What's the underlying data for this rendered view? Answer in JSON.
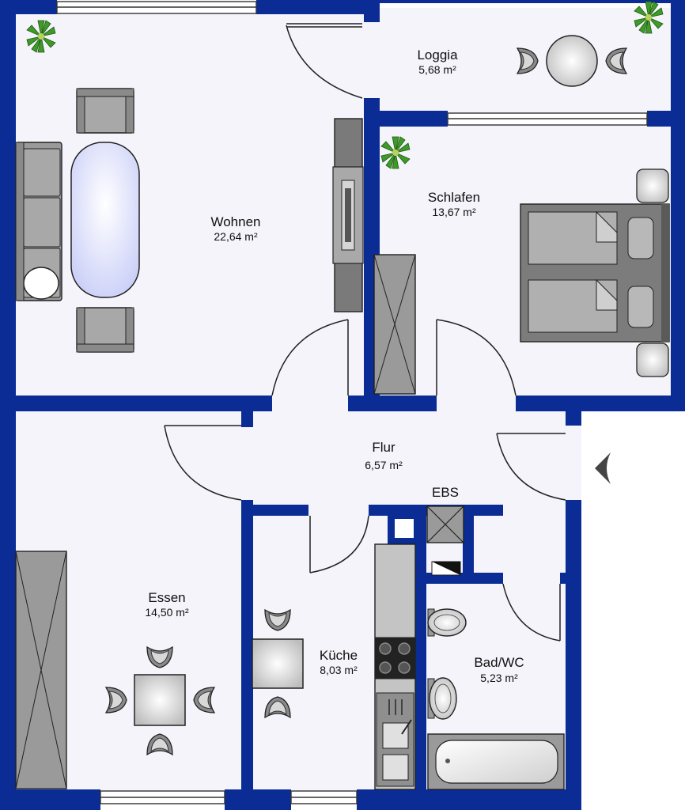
{
  "plan": {
    "colors": {
      "wall": "#0a2c94",
      "floor": "#f4f4fa",
      "furniture": "#9a9a9a",
      "furniture_dark": "#6e6e6e",
      "outline": "#2a2a2a",
      "table_blue": "#d8dcfb",
      "plant": "#3f9a2a"
    },
    "rooms": {
      "wohnen": {
        "name": "Wohnen",
        "area": "22,64 m²"
      },
      "loggia": {
        "name": "Loggia",
        "area": "5,68 m²"
      },
      "schlafen": {
        "name": "Schlafen",
        "area": "13,67 m²"
      },
      "flur": {
        "name": "Flur",
        "area": "6,57 m²"
      },
      "essen": {
        "name": "Essen",
        "area": "14,50 m²"
      },
      "kueche": {
        "name": "Küche",
        "area": "8,03 m²"
      },
      "bad": {
        "name": "Bad/WC",
        "area": "5,23 m²"
      }
    },
    "labels": {
      "ebs": "EBS"
    },
    "icons": {
      "entrance": "entrance-arrow-icon",
      "plant": "plant-icon"
    }
  }
}
